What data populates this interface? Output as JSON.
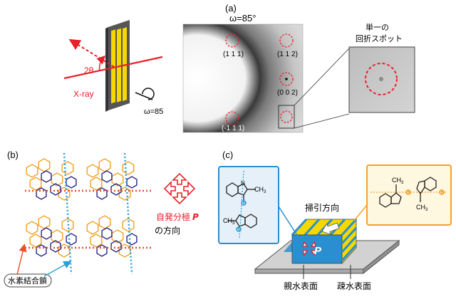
{
  "panel_a": {
    "label": "(a)",
    "omega_title": "ω=85°",
    "xray": "X-ray",
    "two_theta": "2θ",
    "omega_small": "ω=85",
    "spots": [
      "(1 1 1)",
      "(1 1 2)",
      "(0 0 2)",
      "(-1 1 1)"
    ],
    "inset_title_1": "単一の",
    "inset_title_2": "回折スポット"
  },
  "panel_b": {
    "label": "(b)",
    "polarization_1": "自発分極",
    "polarization_symbol": "P",
    "polarization_2": "の方向",
    "hbond_label": "水素結合鎖"
  },
  "panel_c": {
    "label": "(c)",
    "sweep": "掃引方向",
    "ch3": "CH",
    "ch3_sub": "3",
    "h_atom": "H",
    "n_atom": "N",
    "p_symbol": "P",
    "hydrophilic": "親水表面",
    "hydrophobic": "疎水表面"
  },
  "colors": {
    "accent_red": "#e8202a",
    "yellow": "#f5d800",
    "blue_box": "#2a8fd0",
    "orange_box": "#f0a030",
    "molecule_orange": "#f0a020",
    "molecule_blue": "#26268c",
    "hbond_cyan": "#27a0d8"
  }
}
